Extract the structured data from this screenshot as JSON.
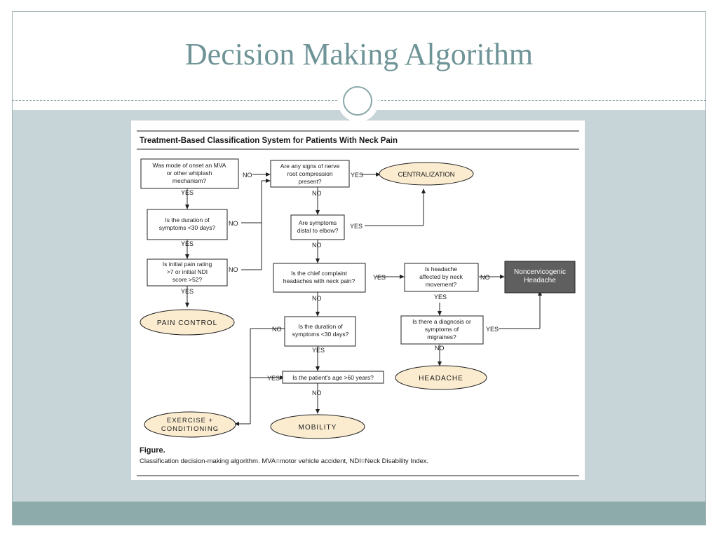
{
  "slide": {
    "title": "Decision Making Algorithm"
  },
  "figure": {
    "header": "Treatment-Based Classification System for Patients With Neck Pain",
    "caption_label": "Figure.",
    "caption_text": "Classification decision-making algorithm. MVA=motor vehicle accident, NDI=Neck Disability Index."
  },
  "nodes": {
    "mva": [
      "Was mode of onset an MVA",
      "or other whiplash",
      "mechanism?"
    ],
    "duration1": [
      "Is the duration of",
      "symptoms <30 days?"
    ],
    "pain_rating": [
      "Is initial pain rating",
      ">7 or initial NDI",
      "score >52?"
    ],
    "nerve_root": [
      "Are any signs of nerve",
      "root compression",
      "present?"
    ],
    "distal_elbow": [
      "Are symptoms",
      "distal to elbow?"
    ],
    "chief_complaint": [
      "Is the chief complaint",
      "headaches with neck pain?"
    ],
    "headache_neck": [
      "Is headache",
      "affected by neck",
      "movement?"
    ],
    "migraines": [
      "Is there a diagnosis or",
      "symptoms of",
      "migraines?"
    ],
    "duration2": [
      "Is the duration of",
      "symptoms <30 days?"
    ],
    "age": [
      "Is the patient's age >60 years?"
    ]
  },
  "outcomes": {
    "centralization": [
      "CENTRALIZATION"
    ],
    "pain_control": [
      "PAIN CONTROL"
    ],
    "noncervicogenic": [
      "Noncervicogenic",
      "Headache"
    ],
    "headache": [
      "HEADACHE"
    ],
    "exercise": [
      "EXERCISE +",
      "CONDITIONING"
    ],
    "mobility": [
      "MOBILITY"
    ]
  },
  "labels": {
    "yes": "YES",
    "no": "NO"
  },
  "colors": {
    "title": "#6f9497",
    "band": "#c7d4d8",
    "footer": "#8eabab",
    "outcome_fill": "#fbecd0",
    "terminal_fill": "#5f5f5f"
  }
}
